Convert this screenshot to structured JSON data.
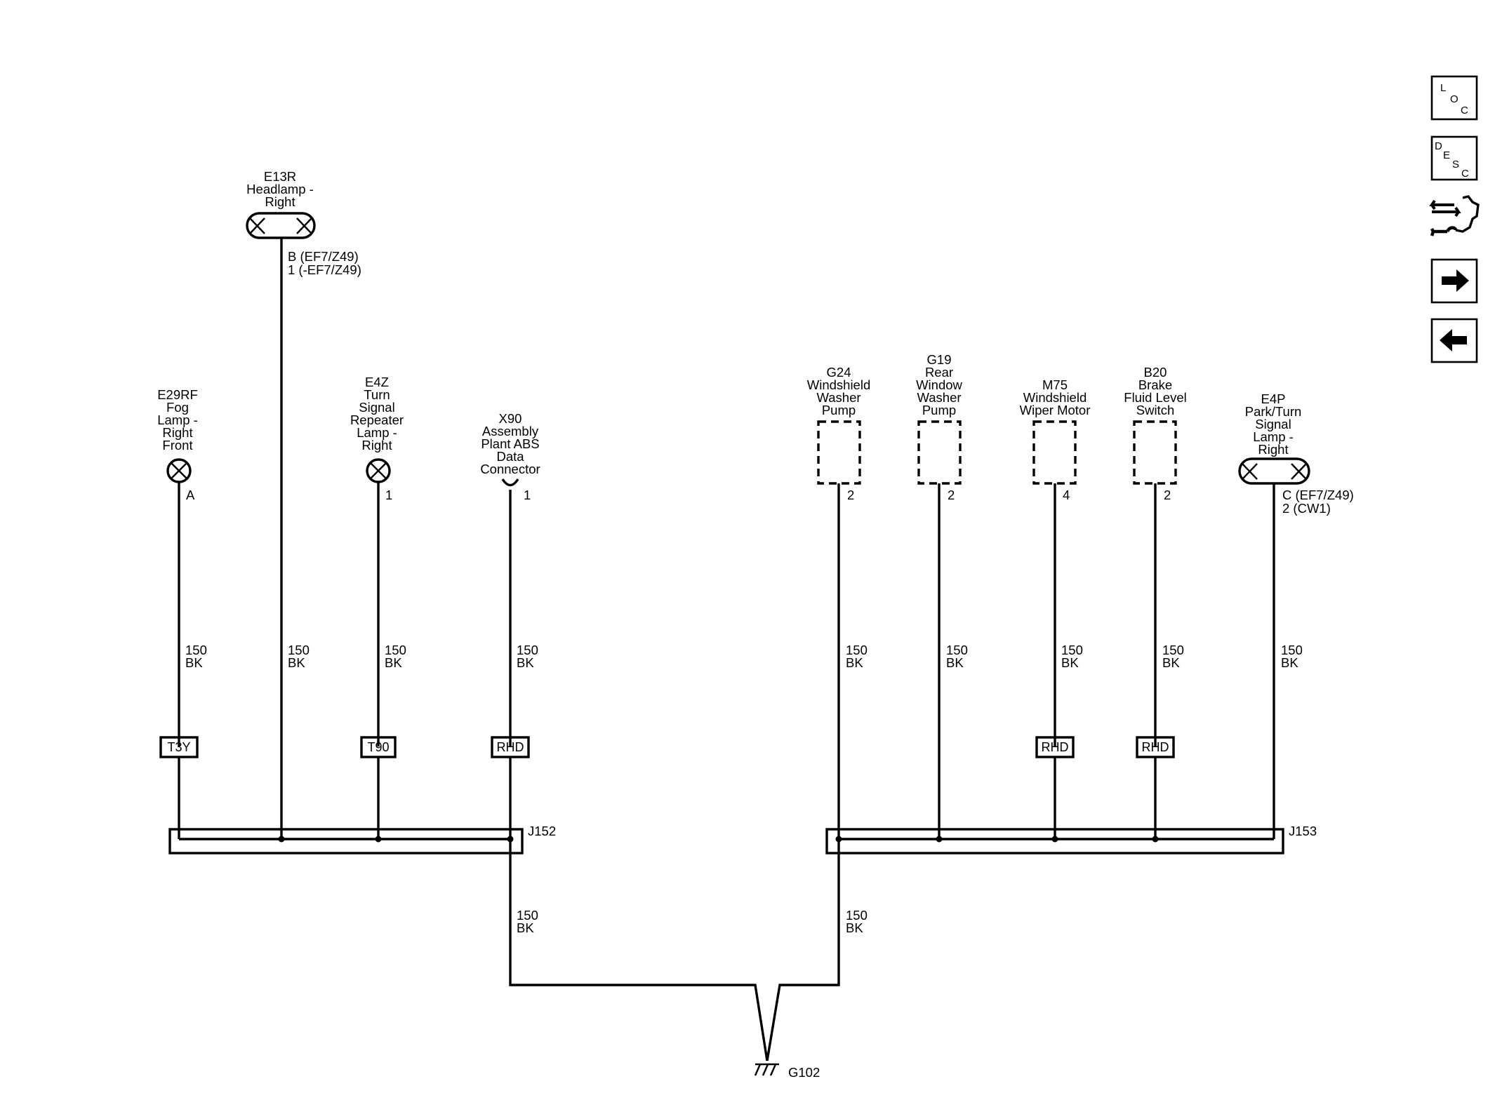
{
  "components": {
    "fog": {
      "lines": [
        "E29RF",
        "Fog",
        "Lamp -",
        "Right",
        "Front"
      ],
      "pin": "A",
      "wire": [
        "150",
        "BK"
      ],
      "inline": "T3Y"
    },
    "headlamp": {
      "lines": [
        "E13R",
        "Headlamp -",
        "Right"
      ],
      "pins": [
        "B (EF7/Z49)",
        "1 (-EF7/Z49)"
      ],
      "wire": [
        "150",
        "BK"
      ]
    },
    "repeater": {
      "lines": [
        "E4Z",
        "Turn",
        "Signal",
        "Repeater",
        "Lamp -",
        "Right"
      ],
      "pin": "1",
      "wire": [
        "150",
        "BK"
      ],
      "inline": "T90"
    },
    "abs": {
      "lines": [
        "X90",
        "Assembly",
        "Plant ABS",
        "Data",
        "Connector"
      ],
      "pin": "1",
      "wire": [
        "150",
        "BK"
      ],
      "inline": "RHD"
    },
    "washer": {
      "lines": [
        "G24",
        "Windshield",
        "Washer",
        "Pump"
      ],
      "pin": "2",
      "wire": [
        "150",
        "BK"
      ]
    },
    "rearwasher": {
      "lines": [
        "G19",
        "Rear",
        "Window",
        "Washer",
        "Pump"
      ],
      "pin": "2",
      "wire": [
        "150",
        "BK"
      ]
    },
    "wiper": {
      "lines": [
        "M75",
        "Windshield",
        "Wiper Motor"
      ],
      "pin": "4",
      "wire": [
        "150",
        "BK"
      ],
      "inline": "RHD"
    },
    "brake": {
      "lines": [
        "B20",
        "Brake",
        "Fluid Level",
        "Switch"
      ],
      "pin": "2",
      "wire": [
        "150",
        "BK"
      ],
      "inline": "RHD"
    },
    "parkturn": {
      "lines": [
        "E4P",
        "Park/Turn",
        "Signal",
        "Lamp -",
        "Right"
      ],
      "pins": [
        "C (EF7/Z49)",
        "2 (CW1)"
      ],
      "wire": [
        "150",
        "BK"
      ]
    }
  },
  "splices": {
    "left": "J152",
    "right": "J153"
  },
  "trunk": {
    "left": [
      "150",
      "BK"
    ],
    "right": [
      "150",
      "BK"
    ]
  },
  "ground": "G102",
  "nav": {
    "loc": [
      "L",
      "O",
      "C"
    ],
    "desc": [
      "D",
      "E",
      "S",
      "C"
    ],
    "diagnostics_icon": "connector-wrench-icon",
    "next_icon": "arrow-right-icon",
    "prev_icon": "arrow-left-icon"
  }
}
